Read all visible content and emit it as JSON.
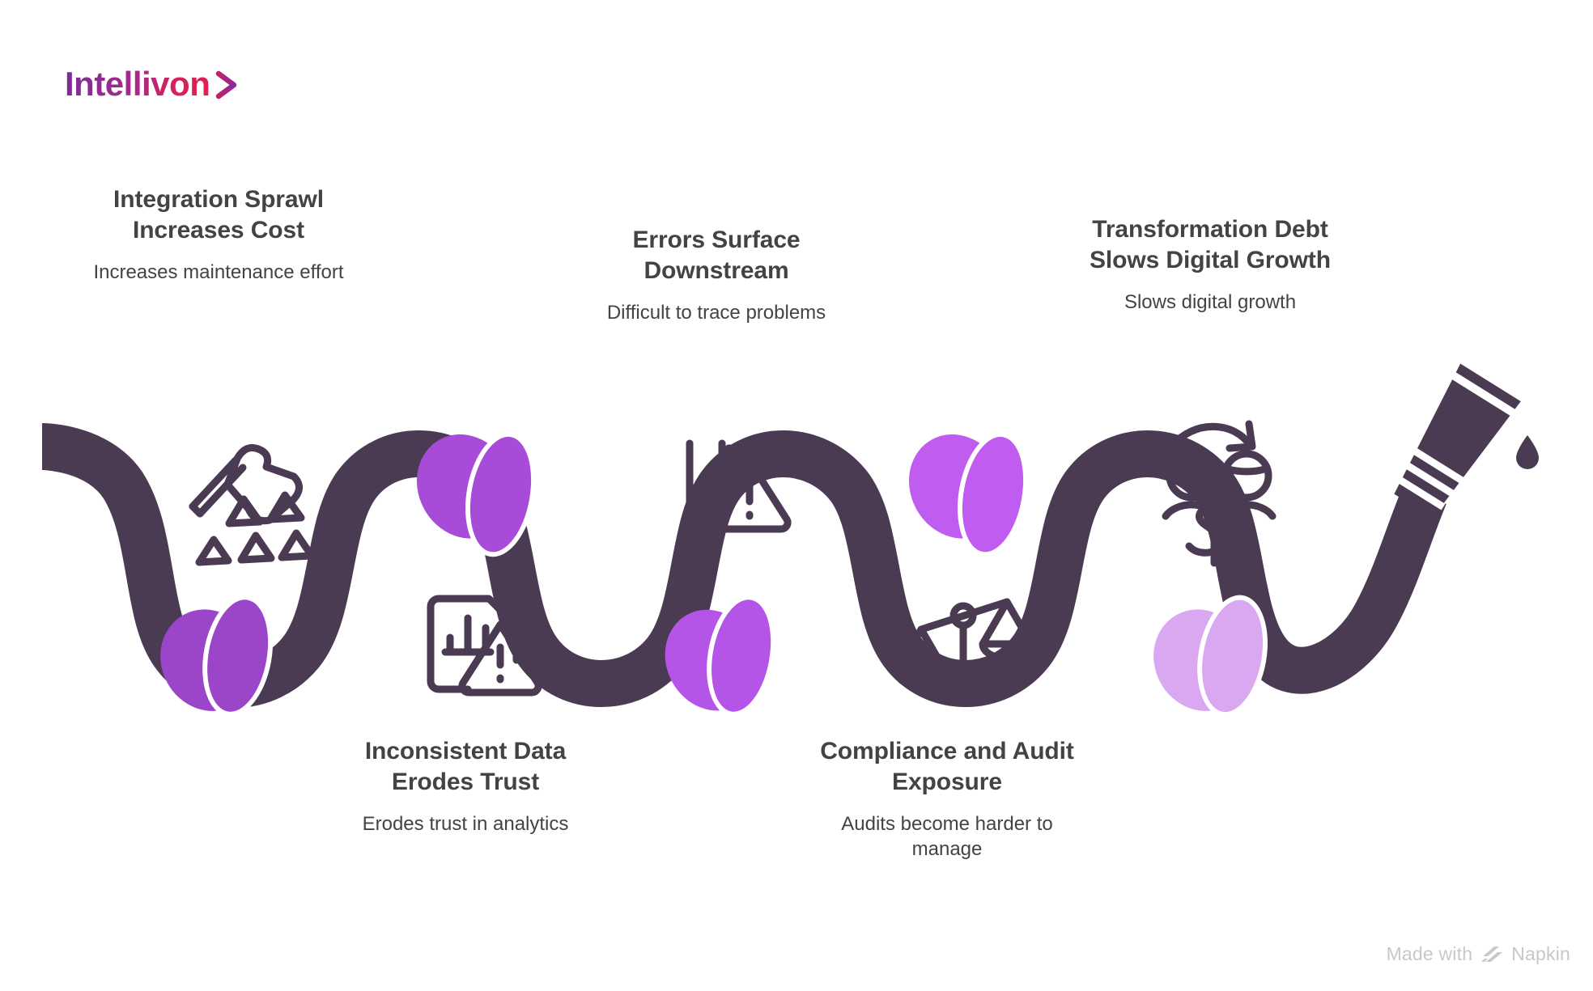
{
  "brand": {
    "name": "Intellivon",
    "chevron_icon": "chevron-right-icon",
    "gradient_start": "#7B2D96",
    "gradient_end": "#E01F4E"
  },
  "diagram": {
    "type": "knotted-rope-wave",
    "rope_color": "#4A3B52",
    "knot_colors": [
      "#9B46C9",
      "#A84BD8",
      "#B455E8",
      "#C05DF0",
      "#D9A8F0"
    ],
    "end_icon": "hose-nozzle-dripping-icon",
    "nodes": [
      {
        "title": "Integration Sprawl Increases Cost",
        "description": "Increases maintenance effort",
        "icon": "axe-fragments-icon",
        "position": "top"
      },
      {
        "title": "Inconsistent Data Erodes Trust",
        "description": "Erodes trust in analytics",
        "icon": "document-chart-warning-icon",
        "position": "bottom"
      },
      {
        "title": "Errors Surface Downstream",
        "description": "Difficult to trace problems",
        "icon": "road-merge-warning-icon",
        "position": "top"
      },
      {
        "title": "Compliance and Audit Exposure",
        "description": "Audits become harder to manage",
        "icon": "balance-scale-icon",
        "position": "bottom"
      },
      {
        "title": "Transformation Debt Slows Digital Growth",
        "description": "Slows digital growth",
        "icon": "money-transfer-people-icon",
        "position": "top"
      }
    ]
  },
  "watermark": {
    "prefix": "Made with",
    "product": "Napkin",
    "mark_icon": "napkin-logo-icon",
    "color": "#C8C8C8"
  }
}
